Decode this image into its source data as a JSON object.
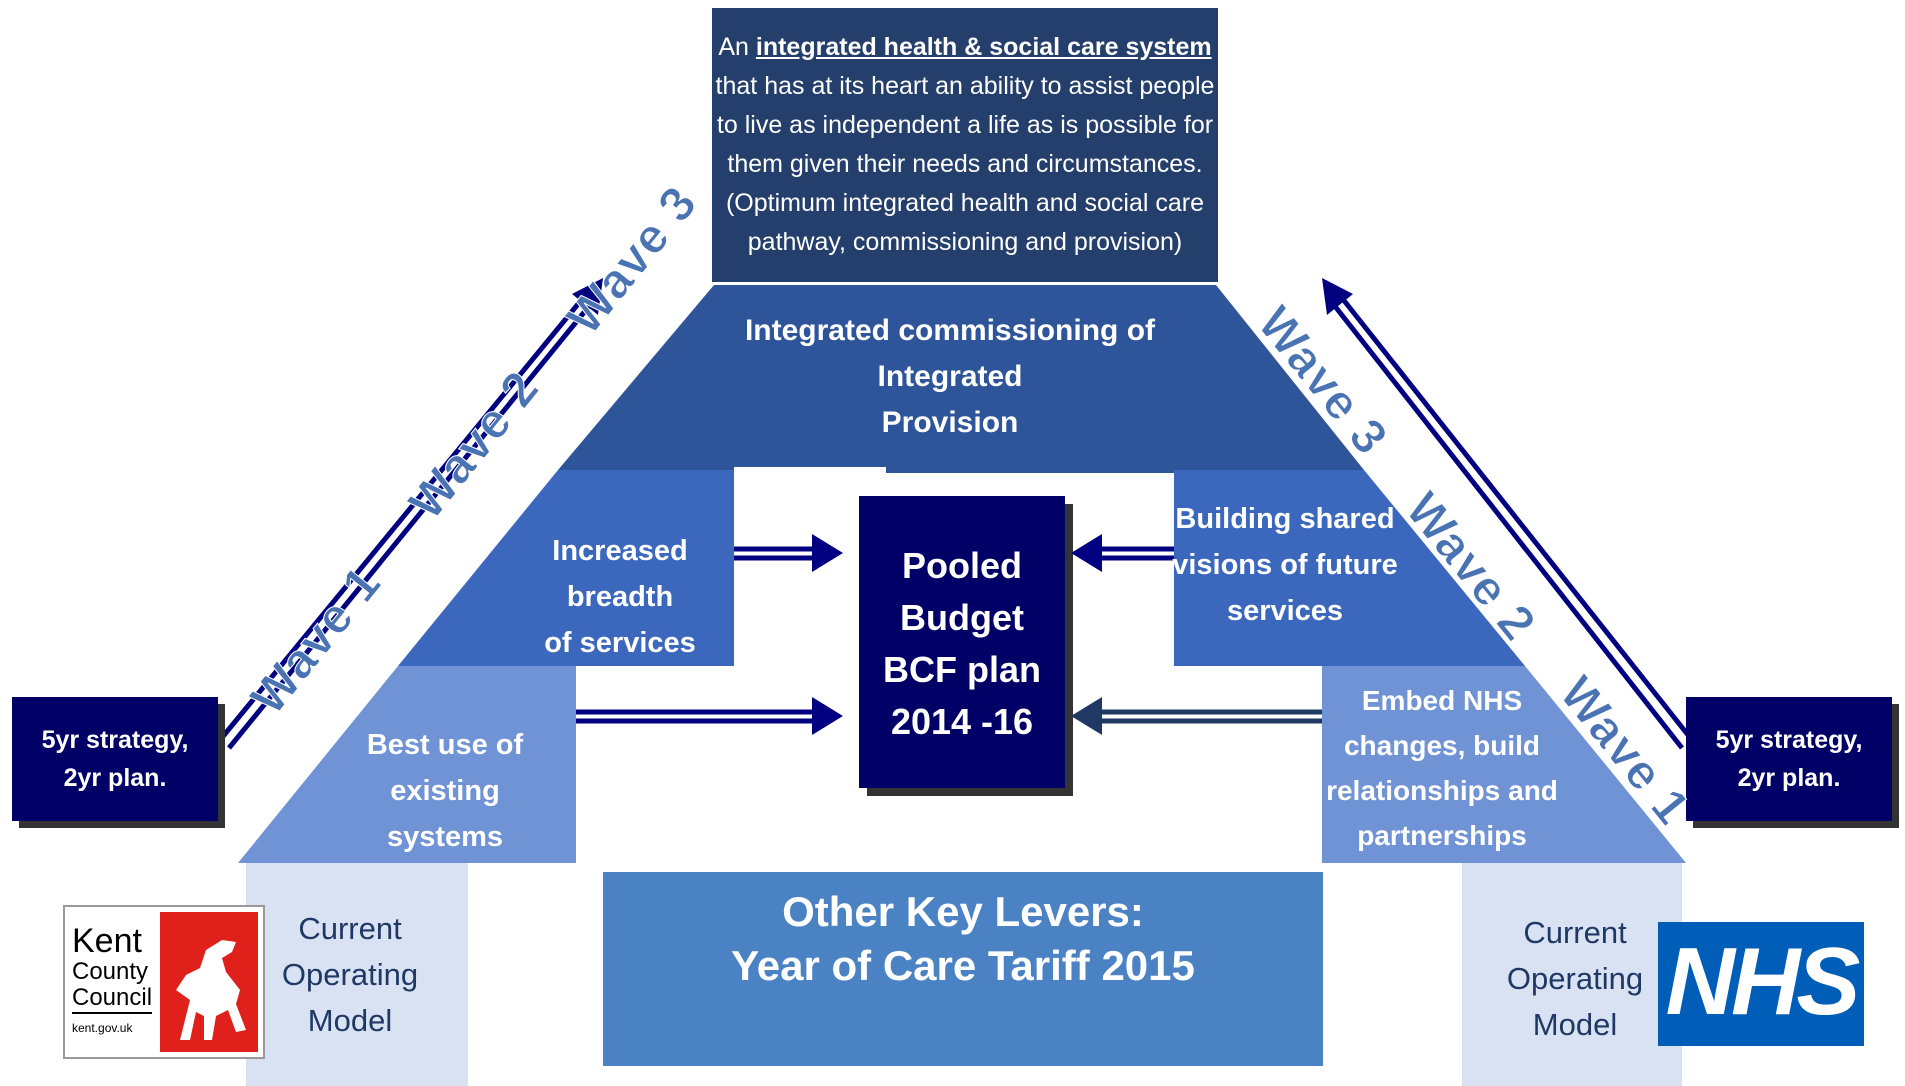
{
  "colors": {
    "top_box": "#243f6b",
    "wave3_band": "#2e549a",
    "wave2_band": "#3b68bd",
    "wave1_band": "#6f93d4",
    "current_model": "#d9e2f3",
    "pooled_budget": "#000066",
    "levers_box": "#4a82c4",
    "arrow": "#000080"
  },
  "top_box": {
    "line1_prefix": "An ",
    "line1_emphasis": "integrated health & social care system",
    "lines": [
      "that has at its heart an ability to assist people",
      "to live as independent a life as is possible for",
      "them given their needs and circumstances.",
      "(Optimum integrated health and social care",
      "pathway, commissioning and provision)"
    ]
  },
  "wave3_text": {
    "line1": "Integrated commissioning of Integrated",
    "line2": "Provision"
  },
  "left": {
    "wave2_text": {
      "line1": "Increased breadth",
      "line2": "of services"
    },
    "wave1_text": {
      "line1": "Best use of",
      "line2": "existing systems"
    },
    "strategy": {
      "line1": "5yr strategy,",
      "line2": "2yr plan."
    },
    "current_model": {
      "line1": "Current",
      "line2": "Operating",
      "line3": "Model"
    },
    "wave_labels": {
      "w1": "Wave 1",
      "w2": "Wave 2",
      "w3": "Wave 3"
    }
  },
  "right": {
    "wave2_text": {
      "line1": "Building shared",
      "line2": "visions of future",
      "line3": "services"
    },
    "wave1_text": {
      "line1": "Embed NHS",
      "line2": "changes, build",
      "line3": "relationships and",
      "line4": "partnerships"
    },
    "strategy": {
      "line1": "5yr strategy,",
      "line2": "2yr plan."
    },
    "current_model": {
      "line1": "Current",
      "line2": "Operating",
      "line3": "Model"
    },
    "wave_labels": {
      "w1": "Wave 1",
      "w2": "Wave 2",
      "w3": "Wave 3"
    }
  },
  "pooled_budget": {
    "line1": "Pooled",
    "line2": "Budget",
    "line3": "BCF plan",
    "line4": "2014 -16"
  },
  "levers": {
    "line1": "Other Key Levers:",
    "line2": "Year of Care Tariff 2015"
  },
  "kent_logo": {
    "line1": "Kent",
    "line2": "County",
    "line3": "Council",
    "url": "kent.gov.uk"
  },
  "nhs_logo": {
    "text": "NHS"
  }
}
